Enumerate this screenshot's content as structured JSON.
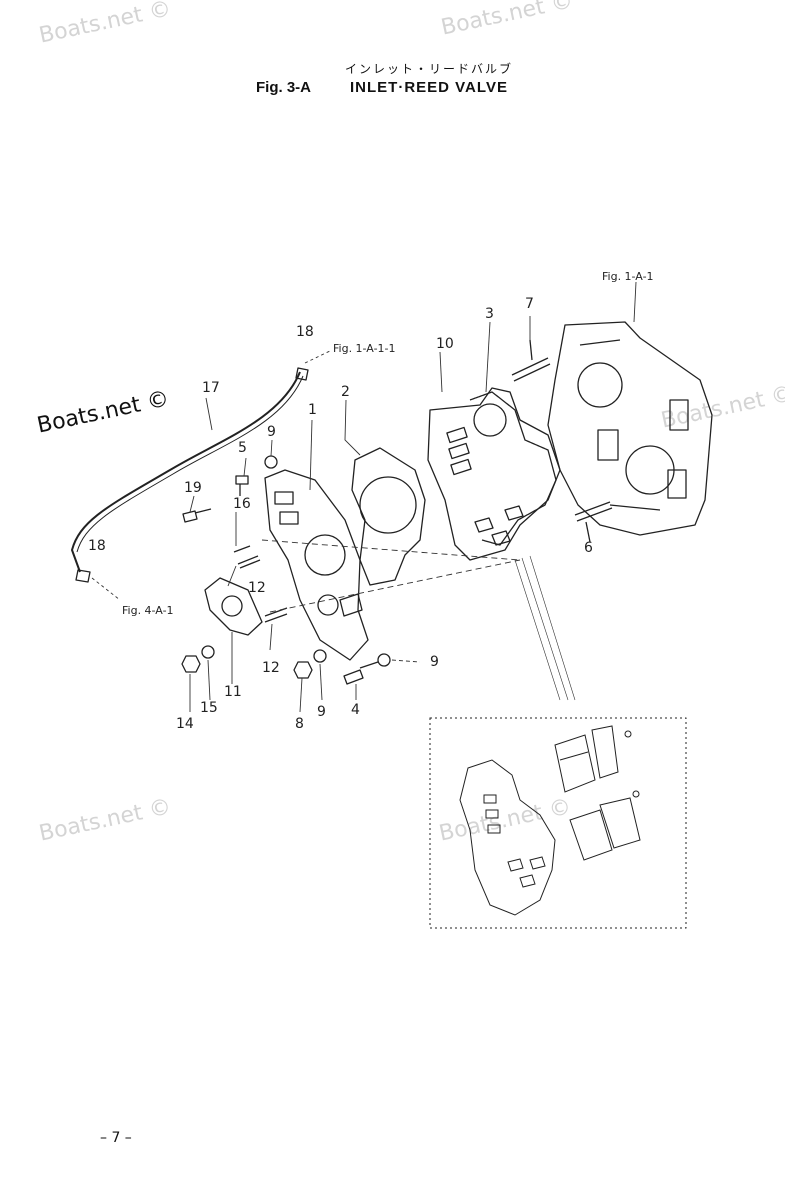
{
  "header": {
    "japanese_title": "インレット・リードバルブ",
    "fig_label": "Fig. 3-A",
    "title": "INLET·REED VALVE"
  },
  "watermarks": [
    "Boats.net ©",
    "Boats.net ©",
    "Boats.net ©",
    "Boats.net ©",
    "Boats.net ©"
  ],
  "main_watermark": "Boats.net ©",
  "callouts": [
    "1",
    "2",
    "3",
    "4",
    "5",
    "6",
    "7",
    "8",
    "9",
    "9",
    "9",
    "10",
    "11",
    "12",
    "12",
    "14",
    "15",
    "16",
    "17",
    "18",
    "18",
    "19"
  ],
  "references": [
    "Fig. 1-A-1",
    "Fig. 1-A-1-1",
    "Fig. 4-A-1"
  ],
  "footer": {
    "page_number": "– 7 –"
  }
}
